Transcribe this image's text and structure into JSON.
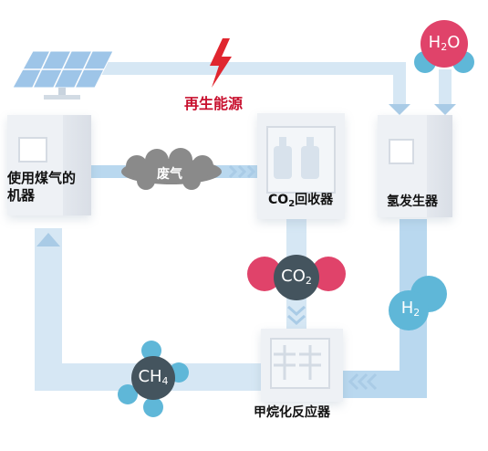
{
  "labels": {
    "renewable_energy": "再生能源",
    "coal_machine_line1": "使用煤气的",
    "coal_machine_line2": "机器",
    "exhaust": "废气",
    "co2_collector_prefix": "CO",
    "co2_collector_sub": "2",
    "co2_collector_suffix": "回收器",
    "hydrogen_generator": "氢发生器",
    "methanation_reactor": "甲烷化反应器"
  },
  "molecules": {
    "water": {
      "base": "H",
      "sub": "2",
      "tail": "O"
    },
    "co2": {
      "base": "CO",
      "sub": "2"
    },
    "h2": {
      "base": "H",
      "sub": "2"
    },
    "ch4": {
      "base": "CH",
      "sub": "4"
    }
  },
  "colors": {
    "pipe": "#d6e7f4",
    "pipe_bright": "#b9d8ef",
    "arrow": "#a9cbe6",
    "lightning": "#e0262f",
    "label_red": "#c8102e",
    "oxygen_red": "#e0436a",
    "hydrogen_blue": "#5fb7d8",
    "carbon_dark": "#44545e",
    "exhaust_cloud": "#8a8a8a",
    "block_face": "#eef1f5"
  },
  "icons": [
    "solar-panel-icon",
    "lightning-icon"
  ]
}
